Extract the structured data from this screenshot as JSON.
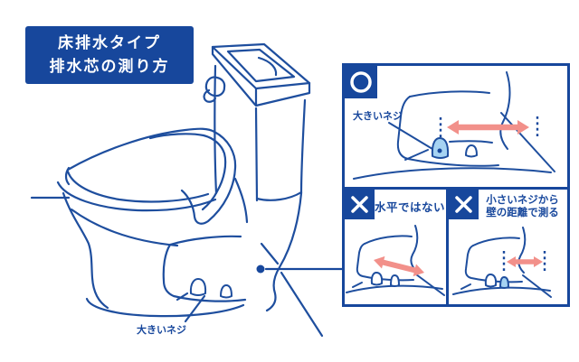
{
  "colors": {
    "navy": "#17479c",
    "line_blue": "#1e4e9e",
    "arrow_pink": "#f2908a",
    "screw_highlight_blue": "#a6d3f2",
    "background": "#ffffff"
  },
  "title": {
    "line1": "床排水タイプ",
    "line2": "排水芯の測り方"
  },
  "scene": {
    "large_screw_label": "大きいネジ"
  },
  "panels": {
    "correct": {
      "mark": "circle",
      "large_screw_label": "大きいネジ"
    },
    "not_horizontal": {
      "mark": "cross",
      "caption": "水平ではない"
    },
    "small_screw": {
      "mark": "cross",
      "caption_line1": "小さいネジから",
      "caption_line2": "壁の距離で測る"
    }
  }
}
